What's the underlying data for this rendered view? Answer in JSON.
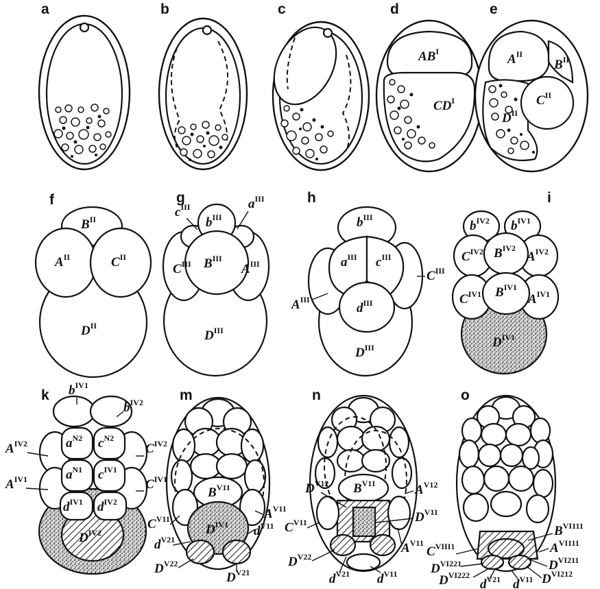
{
  "panels": [
    {
      "id": "a",
      "letter": "a",
      "labels": []
    },
    {
      "id": "b",
      "letter": "b",
      "labels": []
    },
    {
      "id": "c",
      "letter": "c",
      "labels": []
    },
    {
      "id": "d",
      "letter": "d",
      "labels": [
        {
          "base": "AB",
          "sup": "I"
        },
        {
          "base": "CD",
          "sup": "I"
        }
      ]
    },
    {
      "id": "e",
      "letter": "e",
      "labels": [
        {
          "base": "A",
          "sup": "II"
        },
        {
          "base": "B",
          "sup": "II"
        },
        {
          "base": "C",
          "sup": "II"
        },
        {
          "base": "D",
          "sup": "II"
        }
      ]
    },
    {
      "id": "f",
      "letter": "f",
      "labels": [
        {
          "base": "B",
          "sup": "II"
        },
        {
          "base": "A",
          "sup": "II"
        },
        {
          "base": "C",
          "sup": "II"
        },
        {
          "base": "D",
          "sup": "II"
        }
      ]
    },
    {
      "id": "g",
      "letter": "g",
      "labels": [
        {
          "base": "b",
          "sup": "III"
        },
        {
          "base": "c",
          "sup": "III"
        },
        {
          "base": "a",
          "sup": "III"
        },
        {
          "base": "B",
          "sup": "III"
        },
        {
          "base": "C",
          "sup": "III"
        },
        {
          "base": "A",
          "sup": "III"
        },
        {
          "base": "D",
          "sup": "III"
        }
      ]
    },
    {
      "id": "h",
      "letter": "h",
      "labels": [
        {
          "base": "b",
          "sup": "III"
        },
        {
          "base": "a",
          "sup": "III"
        },
        {
          "base": "c",
          "sup": "III"
        },
        {
          "base": "C",
          "sup": "III"
        },
        {
          "base": "A",
          "sup": "III"
        },
        {
          "base": "d",
          "sup": "III"
        },
        {
          "base": "D",
          "sup": "III"
        }
      ]
    },
    {
      "id": "i",
      "letter": "i",
      "labels": [
        {
          "base": "b",
          "sup": "IV2"
        },
        {
          "base": "b",
          "sup": "IV1"
        },
        {
          "base": "C",
          "sup": "IV2"
        },
        {
          "base": "B",
          "sup": "IV2"
        },
        {
          "base": "A",
          "sup": "IV2"
        },
        {
          "base": "C",
          "sup": "IV1"
        },
        {
          "base": "B",
          "sup": "IV1"
        },
        {
          "base": "A",
          "sup": "IV1"
        },
        {
          "base": "D",
          "sup": "IV1"
        }
      ]
    },
    {
      "id": "k",
      "letter": "k",
      "labels": [
        {
          "base": "b",
          "sup": "IV1"
        },
        {
          "base": "b",
          "sup": "IV2"
        },
        {
          "base": "a",
          "sup": "N2"
        },
        {
          "base": "c",
          "sup": "N2"
        },
        {
          "base": "A",
          "sup": "IV2"
        },
        {
          "base": "C",
          "sup": "IV2"
        },
        {
          "base": "a",
          "sup": "N1"
        },
        {
          "base": "c",
          "sup": "IV1"
        },
        {
          "base": "A",
          "sup": "IV1"
        },
        {
          "base": "C",
          "sup": "IV1"
        },
        {
          "base": "d",
          "sup": "IV1"
        },
        {
          "base": "d",
          "sup": "IV2"
        },
        {
          "base": "D",
          "sup": "IV2"
        }
      ]
    },
    {
      "id": "m",
      "letter": "m",
      "labels": [
        {
          "base": "B",
          "sup": "V11"
        },
        {
          "base": "A",
          "sup": "V11"
        },
        {
          "base": "C",
          "sup": "V11"
        },
        {
          "base": "D",
          "sup": "IV1"
        },
        {
          "base": "d",
          "sup": "V21"
        },
        {
          "base": "d",
          "sup": "V11"
        },
        {
          "base": "D",
          "sup": "V22"
        },
        {
          "base": "D",
          "sup": "V21"
        }
      ]
    },
    {
      "id": "n",
      "letter": "n",
      "labels": [
        {
          "base": "D",
          "sup": "V12"
        },
        {
          "base": "B",
          "sup": "V11"
        },
        {
          "base": "A",
          "sup": "V12"
        },
        {
          "base": "D",
          "sup": "V11"
        },
        {
          "base": "C",
          "sup": "V11"
        },
        {
          "base": "A",
          "sup": "V11"
        },
        {
          "base": "D",
          "sup": "V22"
        },
        {
          "base": "d",
          "sup": "V21"
        },
        {
          "base": "d",
          "sup": "V11"
        }
      ]
    },
    {
      "id": "o",
      "letter": "o",
      "labels": [
        {
          "base": "B",
          "sup": "VI111"
        },
        {
          "base": "A",
          "sup": "VI111"
        },
        {
          "base": "C",
          "sup": "VIII1"
        },
        {
          "base": "D",
          "sup": "VI211"
        },
        {
          "base": "D",
          "sup": "VI221"
        },
        {
          "base": "D",
          "sup": "VI212"
        },
        {
          "base": "D",
          "sup": "VI222"
        },
        {
          "base": "d",
          "sup": "V21"
        },
        {
          "base": "d",
          "sup": "V11"
        }
      ]
    }
  ]
}
